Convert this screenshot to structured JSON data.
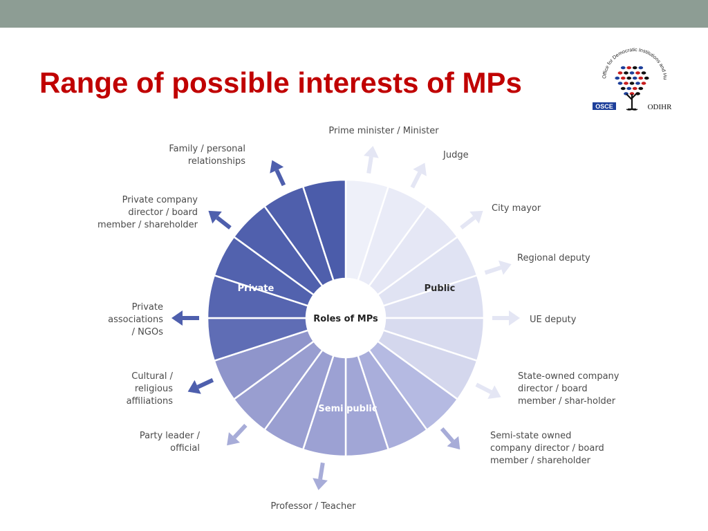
{
  "slide": {
    "title": "Range of possible interests of MPs"
  },
  "logo": {
    "text_arc": "Office for Democratic Institutions and Human Rights",
    "osce": "OSCE",
    "odihr": "ODIHR"
  },
  "diagram": {
    "center_label": "Roles of MPs",
    "sectors": [
      {
        "label": "Private"
      },
      {
        "label": "Public"
      },
      {
        "label": "Semi public"
      }
    ],
    "roles": [
      {
        "label": [
          "Prime minister / Minister"
        ],
        "group": "public"
      },
      {
        "label": [
          "Judge"
        ],
        "group": "public"
      },
      {
        "label": [
          "City mayor"
        ],
        "group": "public"
      },
      {
        "label": [
          "Regional deputy"
        ],
        "group": "public"
      },
      {
        "label": [
          "UE deputy"
        ],
        "group": "public"
      },
      {
        "label": [
          "State-owned company",
          "director / board",
          "member / shar-holder"
        ],
        "group": "public"
      },
      {
        "label": [
          "Semi-state owned",
          "company director / board",
          "member / shareholder"
        ],
        "group": "semi"
      },
      {
        "label": [
          "Professor / Teacher"
        ],
        "group": "semi"
      },
      {
        "label": [
          "Party leader /",
          "official"
        ],
        "group": "semi"
      },
      {
        "label": [
          "Cultural /",
          "religious",
          "affiliations"
        ],
        "group": "private"
      },
      {
        "label": [
          "Private",
          "associations",
          "/ NGOs"
        ],
        "group": "private"
      },
      {
        "label": [
          "Private company",
          "director / board",
          "member / shareholder"
        ],
        "group": "private"
      },
      {
        "label": [
          "Family / personal",
          "relationships"
        ],
        "group": "private"
      }
    ],
    "colors": {
      "private": "#4e5fad",
      "public": "#dfe1f1",
      "semi": "#9aa0d2",
      "private_arrow": "#4e5fad",
      "public_arrow": "#e4e6f4",
      "semi_arrow": "#a7acd8"
    }
  }
}
